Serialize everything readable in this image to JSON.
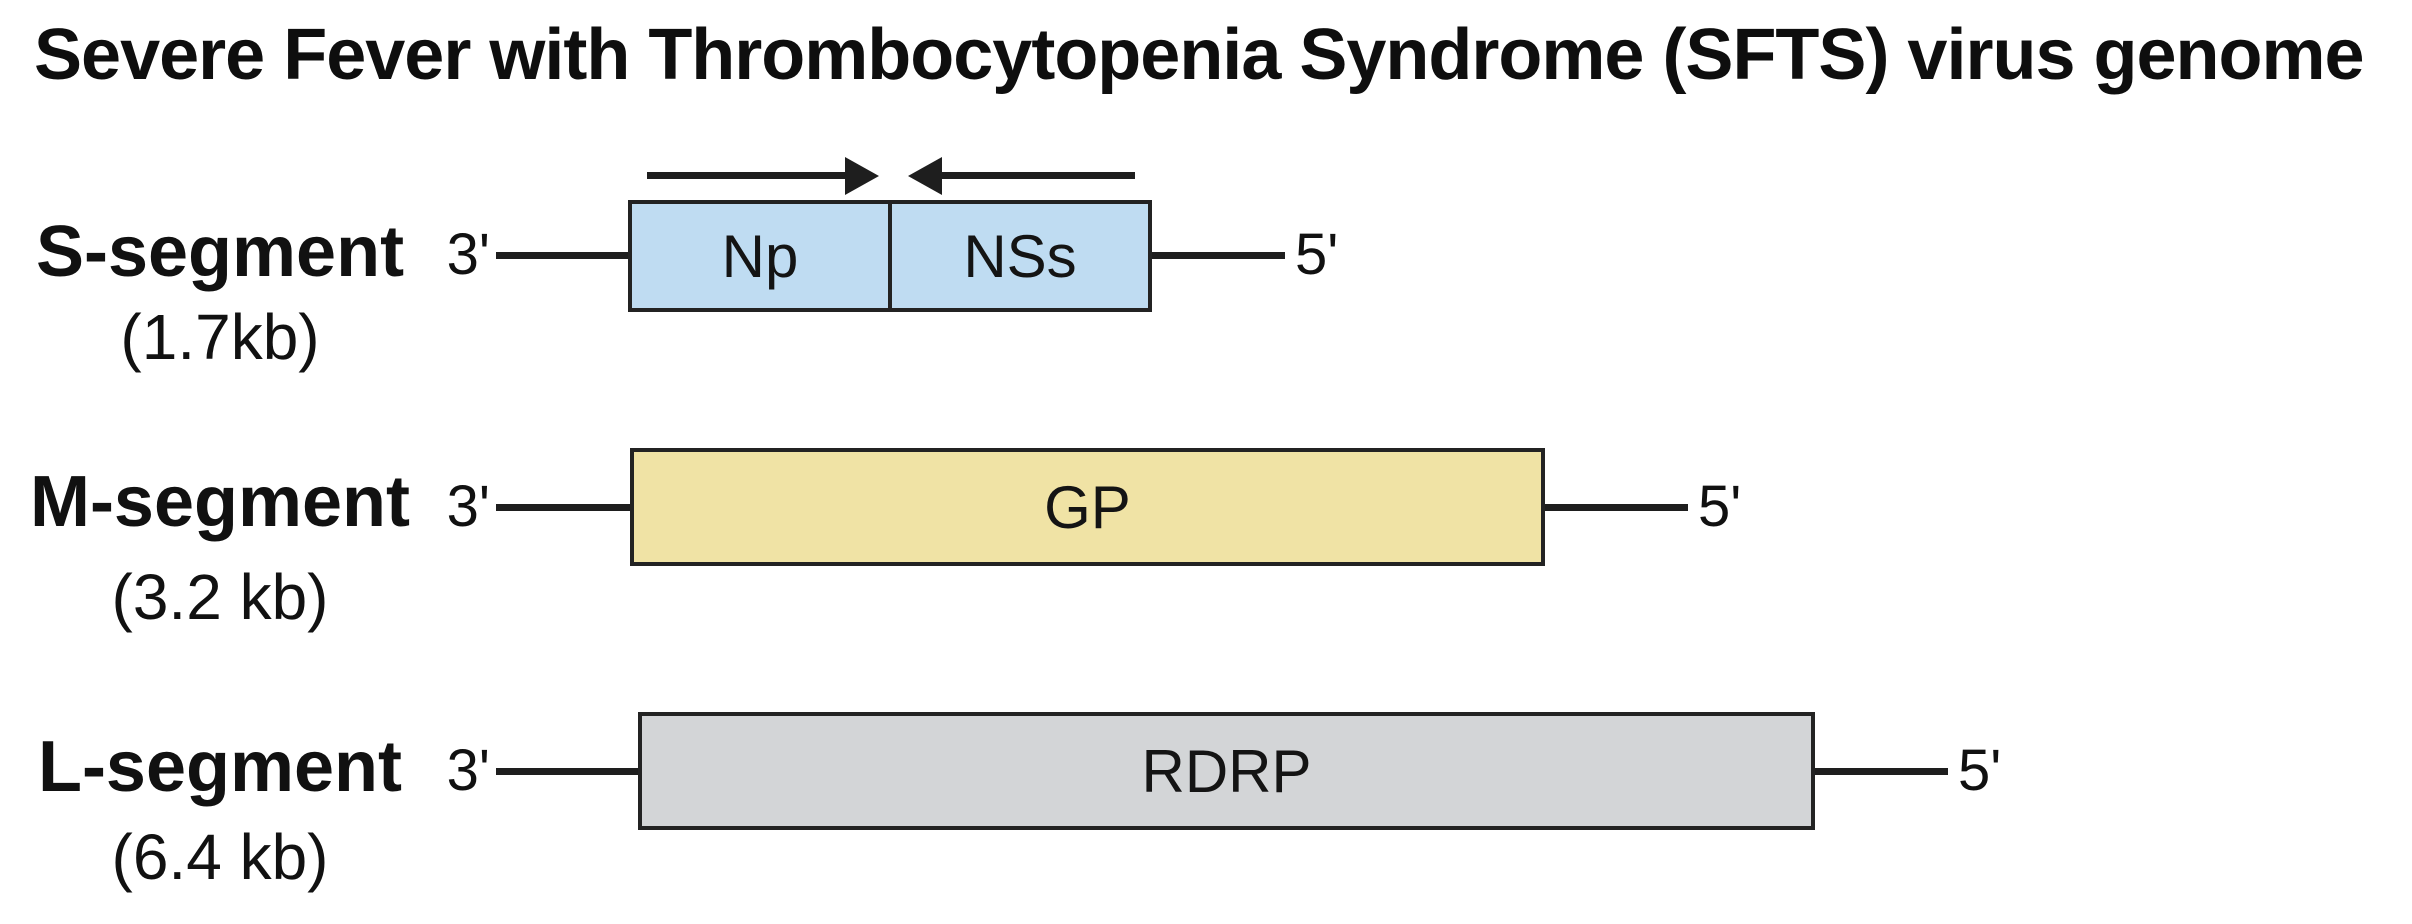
{
  "title": "Severe Fever with Thrombocytopenia Syndrome (SFTS) virus genome",
  "colors": {
    "background": "#ffffff",
    "text": "#111111",
    "line": "#1e1e1e",
    "box_border": "#232323",
    "s_segment_fill": "#bfdcf2",
    "m_segment_fill": "#f0e3a5",
    "l_segment_fill": "#d3d5d7"
  },
  "segments": [
    {
      "name": "S-segment",
      "size": "(1.7kb)",
      "left_end": "3'",
      "right_end": "5'",
      "fill": "#bfdcf2",
      "genes": [
        {
          "label": "Np"
        },
        {
          "label": "NSs"
        }
      ],
      "arrows": [
        {
          "direction": "right",
          "over": "Np"
        },
        {
          "direction": "left",
          "over": "NSs"
        }
      ]
    },
    {
      "name": "M-segment",
      "size": "(3.2 kb)",
      "left_end": "3'",
      "right_end": "5'",
      "fill": "#f0e3a5",
      "genes": [
        {
          "label": "GP"
        }
      ],
      "arrows": []
    },
    {
      "name": "L-segment",
      "size": "(6.4 kb)",
      "left_end": "3'",
      "right_end": "5'",
      "fill": "#d3d5d7",
      "genes": [
        {
          "label": "RDRP"
        }
      ],
      "arrows": []
    }
  ]
}
